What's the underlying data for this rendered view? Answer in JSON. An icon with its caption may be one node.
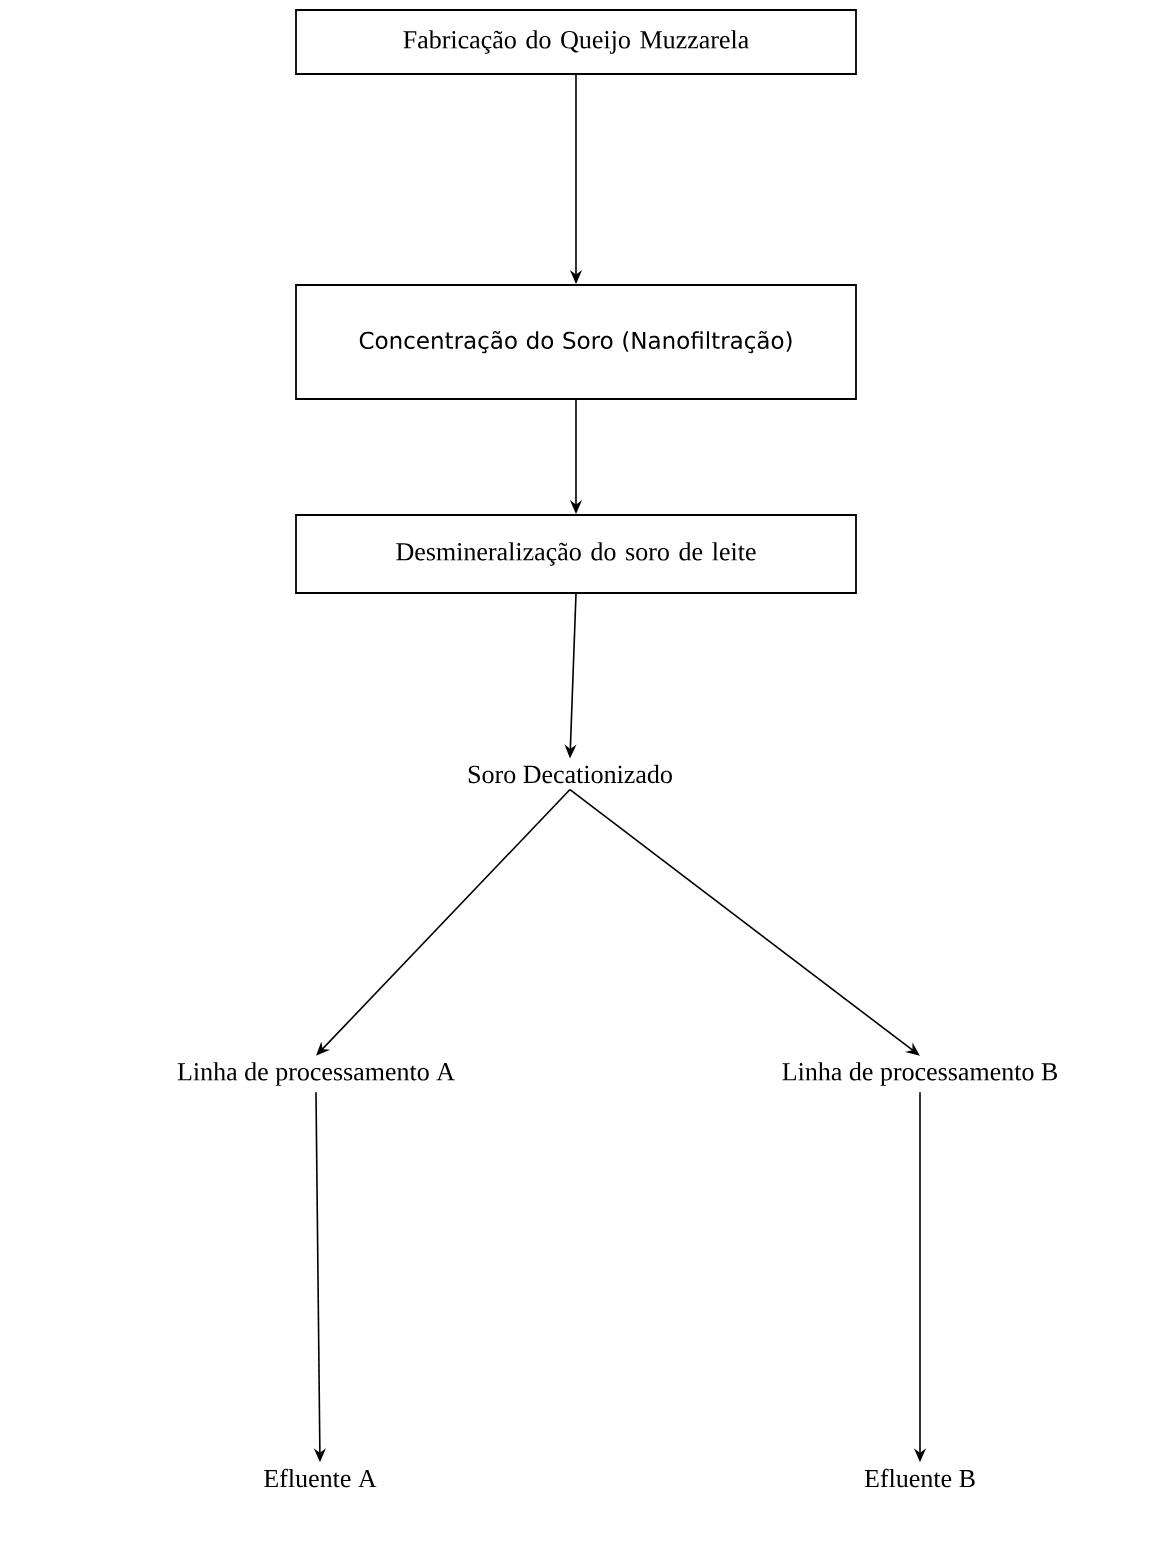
{
  "diagram": {
    "nodes": [
      {
        "text": [
          "Fabricação do Queijo Muzzarela"
        ]
      },
      {
        "text": [
          "Concentração do Soro (Nanofiltração)"
        ]
      },
      {
        "text": [
          "Desmineralização do soro de leite"
        ]
      },
      {
        "text": [
          "Soro Decationizado"
        ]
      },
      {
        "text": [
          "Linha de processamento A"
        ]
      },
      {
        "text": [
          "Linha de processamento B"
        ]
      },
      {
        "text": [
          "Efluente A"
        ]
      },
      {
        "text": [
          "Efluente B"
        ]
      }
    ],
    "edges": [
      {
        "from": 0,
        "to": 1,
        "arrow": "to"
      },
      {
        "from": 1,
        "to": 2,
        "arrow": "to"
      },
      {
        "from": 2,
        "to": 3,
        "arrow": "to"
      },
      {
        "from": 3,
        "to": 4,
        "arrow": "to"
      },
      {
        "from": 3,
        "to": 5,
        "arrow": "to"
      },
      {
        "from": 4,
        "to": 6,
        "arrow": "to"
      },
      {
        "from": 5,
        "to": 7,
        "arrow": "to"
      }
    ]
  }
}
